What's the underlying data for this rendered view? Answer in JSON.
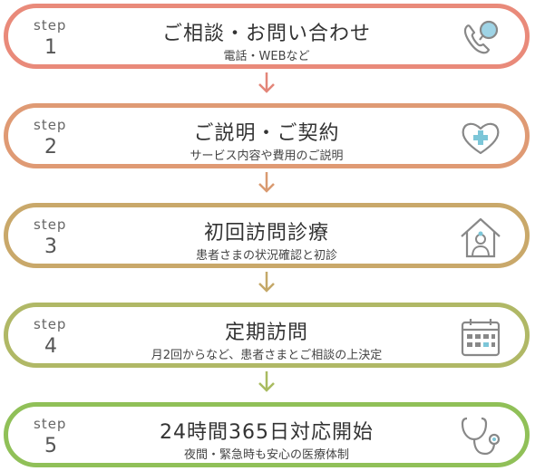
{
  "steps": [
    {
      "label": "step",
      "number": "1",
      "title": "ご相談・お問い合わせ",
      "subtitle": "電話・WEBなど",
      "color": "#e98a7a",
      "icon": "phone-icon"
    },
    {
      "label": "step",
      "number": "2",
      "title": "ご説明・ご契約",
      "subtitle": "サービス内容や費用のご説明",
      "color": "#df9a74",
      "icon": "heart-cross-icon"
    },
    {
      "label": "step",
      "number": "3",
      "title": "初回訪問診療",
      "subtitle": "患者さまの状況確認と初診",
      "color": "#c9a86a",
      "icon": "house-doctor-icon"
    },
    {
      "label": "step",
      "number": "4",
      "title": "定期訪問",
      "subtitle": "月2回からなど、患者さまとご相談の上決定",
      "color": "#b0b866",
      "icon": "calendar-icon"
    },
    {
      "label": "step",
      "number": "5",
      "title": "24時間365日対応開始",
      "subtitle": "夜間・緊急時も安心の医療体制",
      "color": "#90c058",
      "icon": "stethoscope-icon"
    }
  ],
  "arrow_colors": [
    "#e38578",
    "#d99a70",
    "#c4a868",
    "#a9bb60"
  ]
}
